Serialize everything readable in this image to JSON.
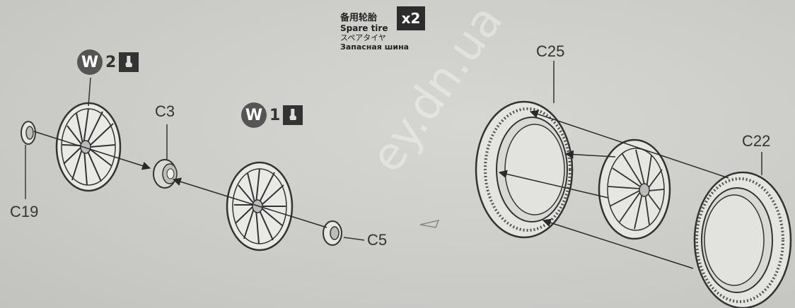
{
  "header": {
    "title_cn": "备用轮胎",
    "title_en": "Spare tire",
    "title_jp": "スペアタイヤ",
    "title_ru": "Запасная шина",
    "quantity": "x2"
  },
  "badges": {
    "w2_letter": "W",
    "w2_number": "2",
    "w1_letter": "W",
    "w1_number": "1"
  },
  "parts": {
    "c19": "C19",
    "c3": "C3",
    "c5": "C5",
    "c25": "C25",
    "c22": "C22"
  },
  "watermark": "ey.dn.ua",
  "colors": {
    "line": "#3a3a3a",
    "background": "#cfcfcc",
    "badge": "#555555"
  }
}
